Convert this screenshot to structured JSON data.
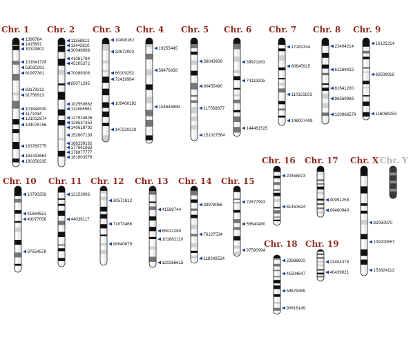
{
  "colors": {
    "title": "#8e2a1f",
    "title_absent": "#b8b8b8",
    "arrow": "#1f3f9a",
    "band_dark": "#111111",
    "band_mid": "#777777",
    "band_light": "#cfcfcf"
  },
  "chromosomes": [
    {
      "id": "1",
      "label": "Chr. 1",
      "loci": [
        "1396784",
        "1415691",
        "30329802",
        "101641728",
        "53030291",
        "61997361",
        "83179212",
        "91756913",
        "101644530",
        "1171434",
        "121012874",
        "134076756",
        "163789775",
        "181433663",
        "190258235"
      ]
    },
    {
      "id": "2",
      "label": "Chr. 2",
      "loci": [
        "11358812",
        "11442810",
        "30049009",
        "41061784",
        "45105372",
        "70089308",
        "85071295",
        "102550662",
        "112806561",
        "127524626",
        "129537352",
        "140618792",
        "152607139",
        "166239162",
        "177861863",
        "178877777",
        "181603576"
      ]
    },
    {
      "id": "3",
      "label": "Chr. 3",
      "loci": [
        "10498162",
        "32672003",
        "66109252",
        "72419984",
        "109400192",
        "147220219"
      ]
    },
    {
      "id": "4",
      "label": "Chr. 4",
      "loci": [
        "19255445",
        "56476856",
        "104645899"
      ]
    },
    {
      "id": "5",
      "label": "Chr. 5",
      "loci": [
        "36043908",
        "80455490",
        "117568677",
        "151027564"
      ]
    },
    {
      "id": "6",
      "label": "Chr. 6",
      "loci": [
        "39921163",
        "74119205",
        "144461525"
      ]
    },
    {
      "id": "7",
      "label": "Chr. 7",
      "loci": [
        "17181334",
        "60645915",
        "110121823",
        "148007409"
      ]
    },
    {
      "id": "8",
      "label": "Chr. 8",
      "loci": [
        "22404214",
        "61269422",
        "81641200",
        "96569968",
        "120966579"
      ]
    },
    {
      "id": "9",
      "label": "Chr. 9",
      "loci": [
        "10125214",
        "60509916",
        "116069253"
      ]
    },
    {
      "id": "10",
      "label": "Chr. 10",
      "loci": [
        "10790258",
        "41664551",
        "49077056",
        "87554578"
      ]
    },
    {
      "id": "11",
      "label": "Chr. 11",
      "loci": [
        "12153006",
        "44036117"
      ]
    },
    {
      "id": "12",
      "label": "Chr. 12",
      "loci": [
        "30571812",
        "71873466",
        "98940879"
      ]
    },
    {
      "id": "13",
      "label": "Chr. 13",
      "loci": [
        "41589744",
        "65022280",
        "101882110",
        "120266615"
      ]
    },
    {
      "id": "14",
      "label": "Chr. 14",
      "loci": [
        "39978068",
        "76127534",
        "118249554"
      ]
    },
    {
      "id": "15",
      "label": "Chr. 15",
      "loci": [
        "22677993",
        "55640480",
        "97590994"
      ]
    },
    {
      "id": "16",
      "label": "Chr. 16",
      "loci": [
        "20458873",
        "61450624"
      ]
    },
    {
      "id": "17",
      "label": "Chr. 17",
      "loci": [
        "40991258",
        "69460949"
      ]
    },
    {
      "id": "18",
      "label": "Chr. 18",
      "loci": [
        "22688602",
        "41504647",
        "59679455",
        "90618149"
      ]
    },
    {
      "id": "19",
      "label": "Chr. 19",
      "loci": [
        "23404378",
        "40439021"
      ]
    },
    {
      "id": "X",
      "label": "Chr. X",
      "loci": [
        "82050970",
        "109209557",
        "153824112"
      ]
    },
    {
      "id": "Y",
      "label": "Chr. Y",
      "loci": []
    }
  ]
}
